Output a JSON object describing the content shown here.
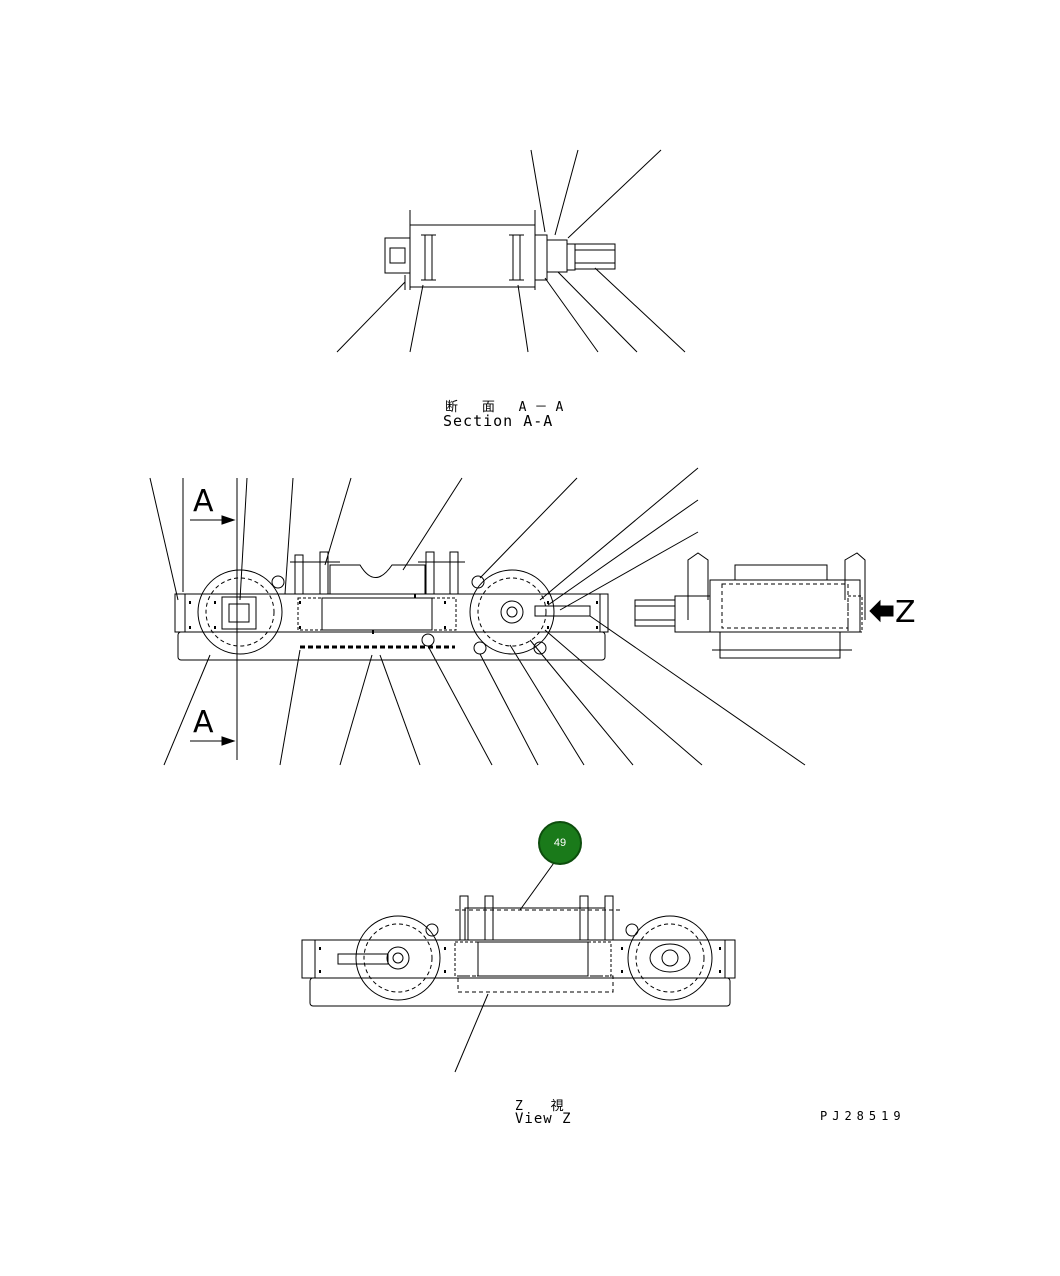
{
  "section": {
    "title_jp": "断 面 A－A",
    "title_en": "Section A-A"
  },
  "main_view": {
    "section_marker": "A"
  },
  "side_view": {
    "view_marker": "Z"
  },
  "view_z": {
    "title_jp": "Z 視",
    "title_en": "View Z"
  },
  "callout": {
    "number": "49",
    "color": "#1a7a1a"
  },
  "drawing_number": "PJ28519"
}
